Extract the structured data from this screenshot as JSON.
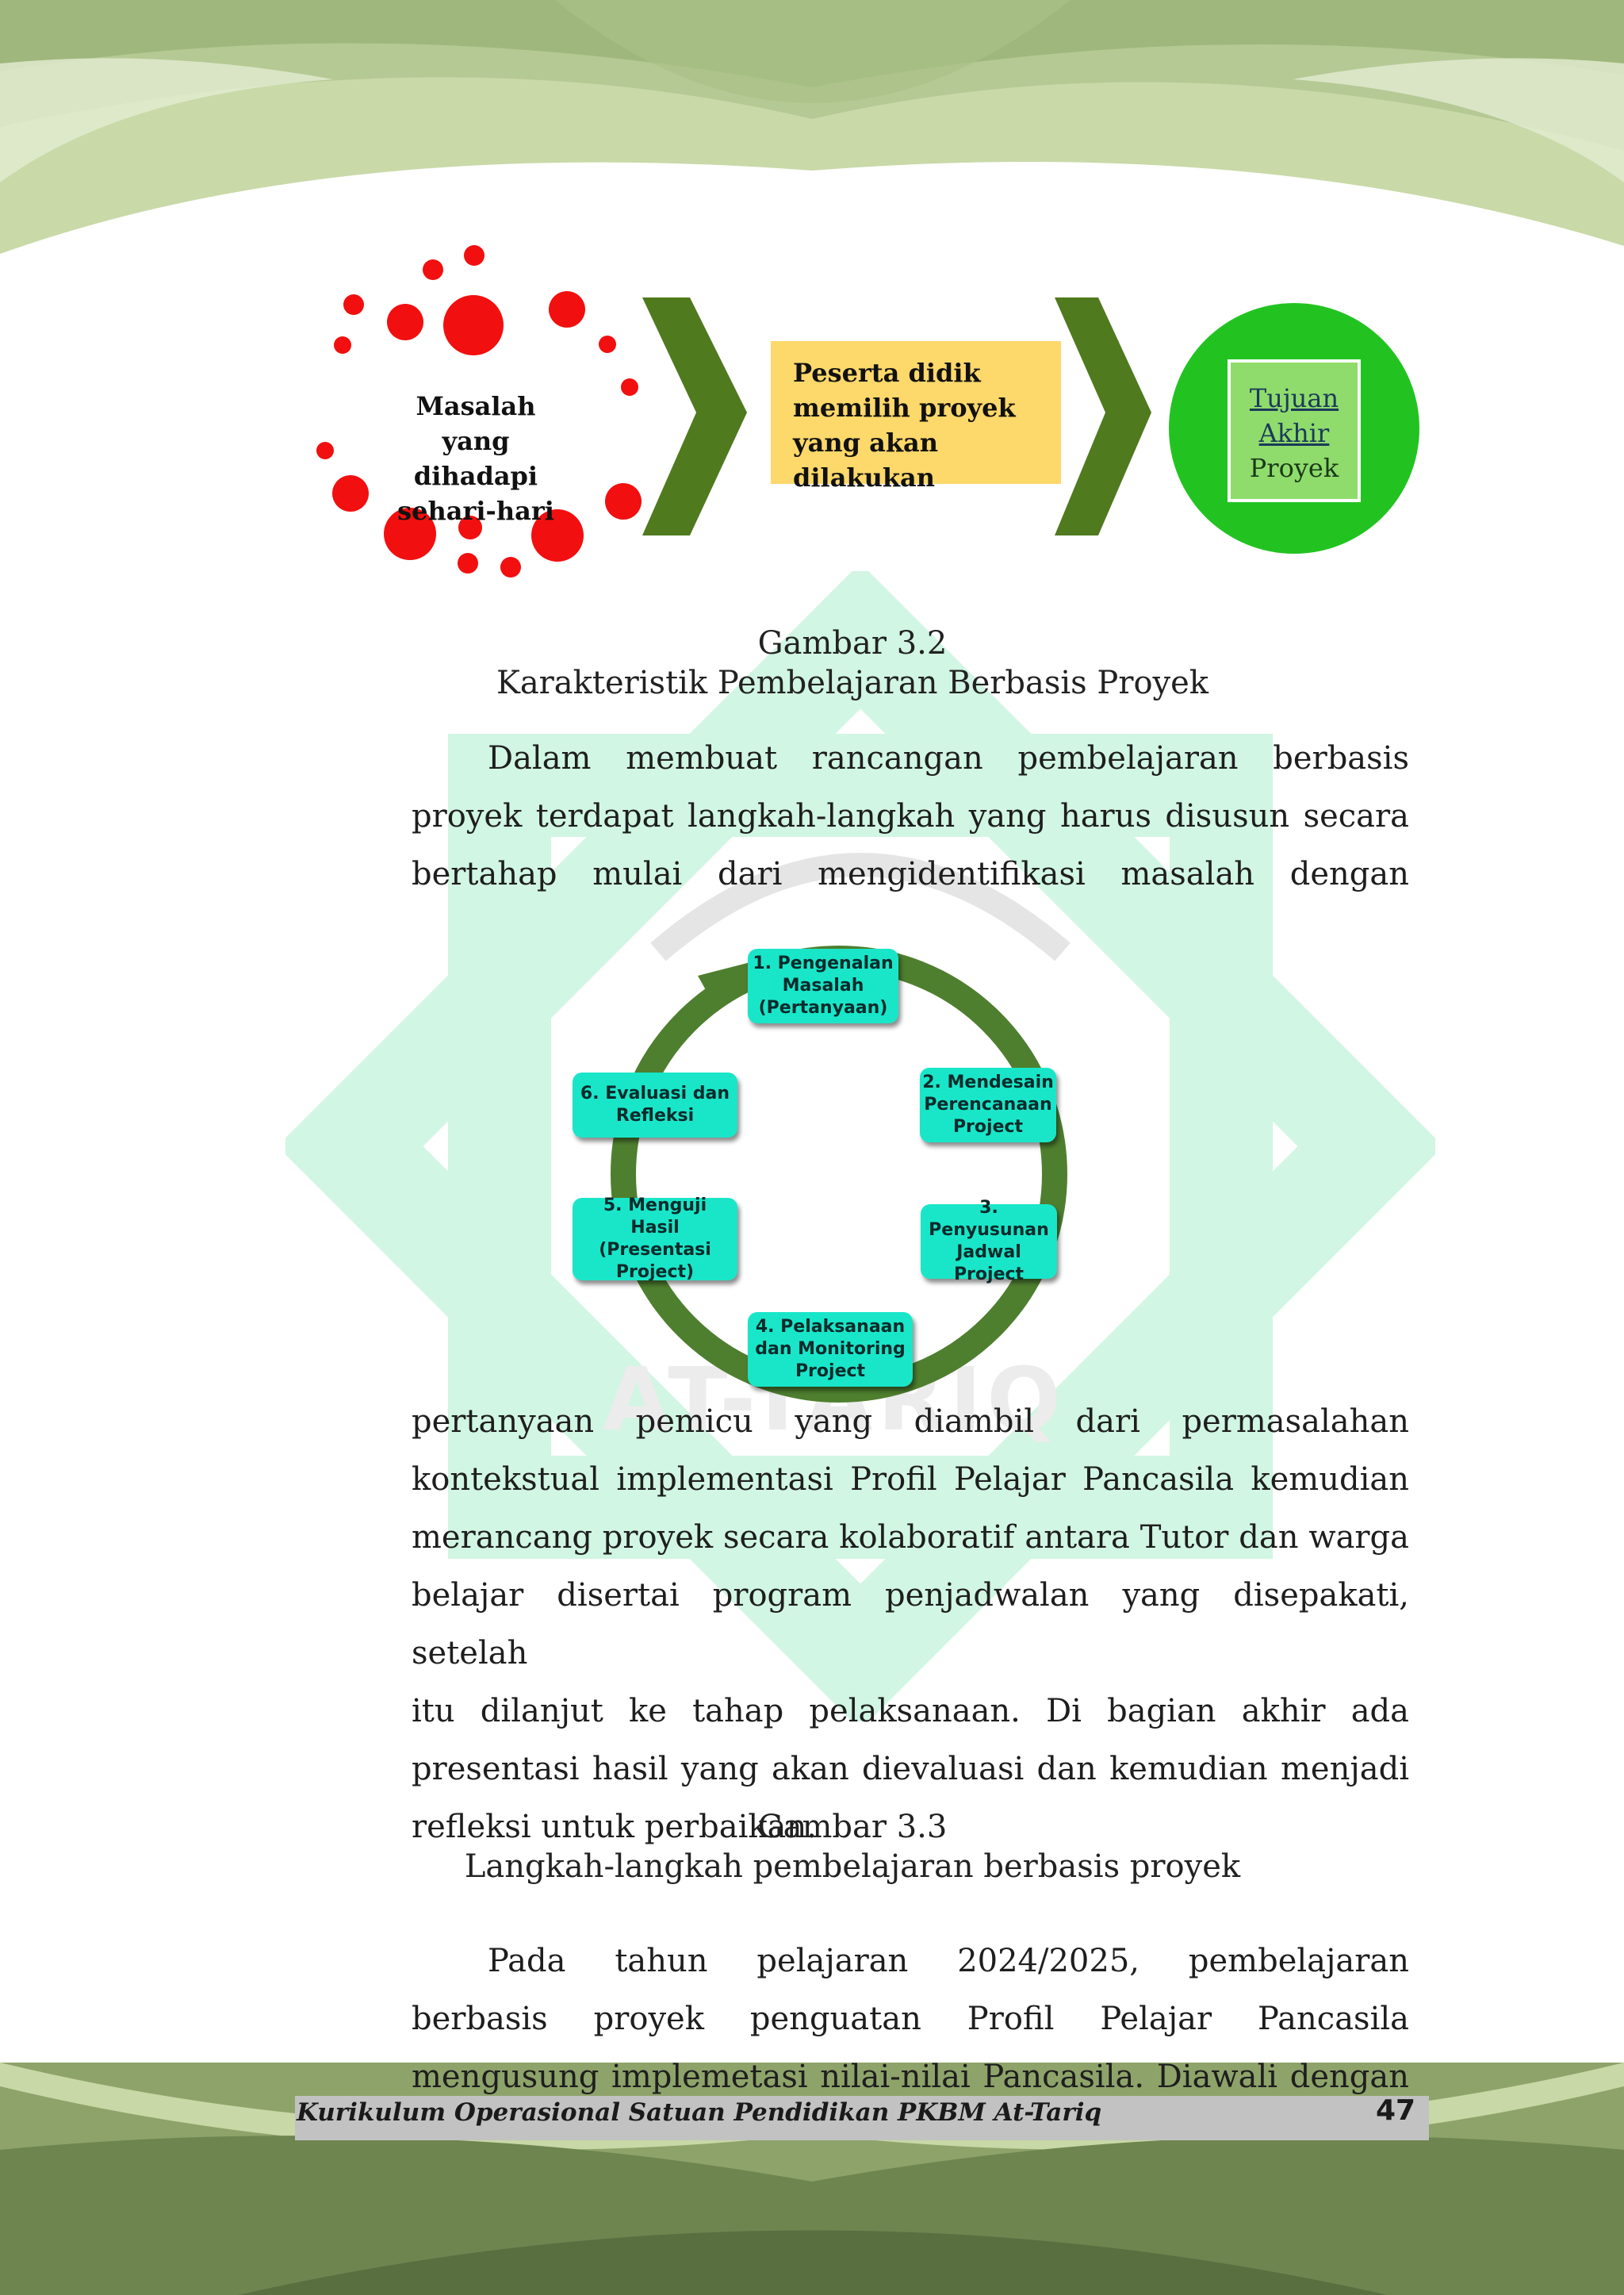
{
  "figure_1": {
    "problem_label": "Masalah yang dihadapi sehari-hari",
    "choice_label": "Peserta didik memilih proyek yang akan dilakukan",
    "goal_label_line1": "Tujuan",
    "goal_label_line2": "Akhir",
    "goal_label_line3": "Proyek"
  },
  "caption_1": {
    "number": "Gambar 3.2",
    "title": "Karakteristik Pembelajaran Berbasis Proyek"
  },
  "paragraph_1": {
    "line1": "Dalam membuat rancangan pembelajaran berbasis",
    "line2": "proyek terdapat langkah-langkah yang harus disusun secara",
    "line3": "bertahap mulai dari mengidentifikasi masalah dengan"
  },
  "cycle": {
    "steps": [
      {
        "label_line1": "1. Pengenalan",
        "label_line2": "Masalah",
        "label_line3": "(Pertanyaan)"
      },
      {
        "label_line1": "2. Mendesain",
        "label_line2": "Perencanaan",
        "label_line3": "Project"
      },
      {
        "label_line1": "3. Penyusunan",
        "label_line2": "Jadwal Project",
        "label_line3": ""
      },
      {
        "label_line1": "4. Pelaksanaan",
        "label_line2": "dan Monitoring",
        "label_line3": "Project"
      },
      {
        "label_line1": "5.  Menguji",
        "label_line2": "Hasil (Presentasi",
        "label_line3": "Project)"
      },
      {
        "label_line1": "6. Evaluasi dan",
        "label_line2": "Refleksi",
        "label_line3": ""
      }
    ]
  },
  "paragraph_2": {
    "line1": "pertanyaan pemicu yang diambil dari permasalahan",
    "line2": "kontekstual implementasi Profil Pelajar Pancasila kemudian",
    "line3": "merancang proyek secara kolaboratif antara Tutor dan warga",
    "line4": "belajar disertai program penjadwalan yang disepakati, setelah",
    "line5": "itu dilanjut ke tahap pelaksanaan. Di bagian akhir ada",
    "line6": "presentasi hasil yang akan dievaluasi dan kemudian menjadi",
    "line7": "refleksi untuk perbaikan."
  },
  "caption_2": {
    "number": "Gambar 3.3",
    "title": "Langkah-langkah pembelajaran berbasis proyek"
  },
  "paragraph_3": {
    "line1": "Pada tahun pelajaran 2024/2025, pembelajaran",
    "line2": "berbasis proyek penguatan Profil Pelajar Pancasila",
    "line3": "mengusung implemetasi nilai-nilai Pancasila. Diawali dengan"
  },
  "footer": {
    "text": "Kurikulum Operasional Satuan Pendidikan PKBM At-Tariq",
    "page_number": "47"
  },
  "watermark": {
    "text": "AT-TARIQ"
  },
  "colors": {
    "green_dark": "#6f8a4f",
    "green_light": "#c9d9a8",
    "watermark_mint": "#c9f5df",
    "red_dot": "#f20f0f",
    "chevron": "#4f7a1e",
    "choice_box": "#fdd86a",
    "goal_circle": "#22c321",
    "goal_box": "#8fdc6c",
    "cycle_ring": "#4e7f2f",
    "step_box": "#19e6c9"
  }
}
